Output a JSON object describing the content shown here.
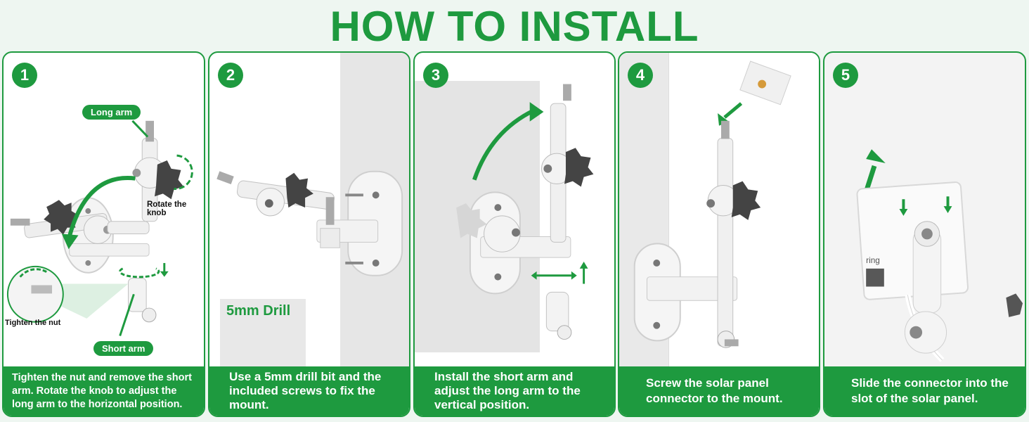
{
  "title": "HOW TO INSTALL",
  "colors": {
    "brand_green": "#1e9a3f",
    "background": "#eef6f1"
  },
  "steps": [
    {
      "number": "1",
      "caption": "Tighten the nut and remove the short arm. Rotate the knob to adjust the long arm to the horizontal position.",
      "labels": {
        "long_arm": "Long arm",
        "rotate_knob": "Rotate the knob",
        "tighten_nut": "Tighten the nut",
        "short_arm": "Short arm"
      }
    },
    {
      "number": "2",
      "caption": "Use a 5mm drill bit and the included screws to fix the mount.",
      "labels": {
        "drill": "5mm Drill"
      }
    },
    {
      "number": "3",
      "caption": "Install the short arm and adjust the long arm to the vertical position."
    },
    {
      "number": "4",
      "caption": "Screw the solar panel connector to the mount."
    },
    {
      "number": "5",
      "caption": "Slide the connector into the slot of the solar panel.",
      "labels": {
        "panel_brand": "ring"
      }
    }
  ]
}
